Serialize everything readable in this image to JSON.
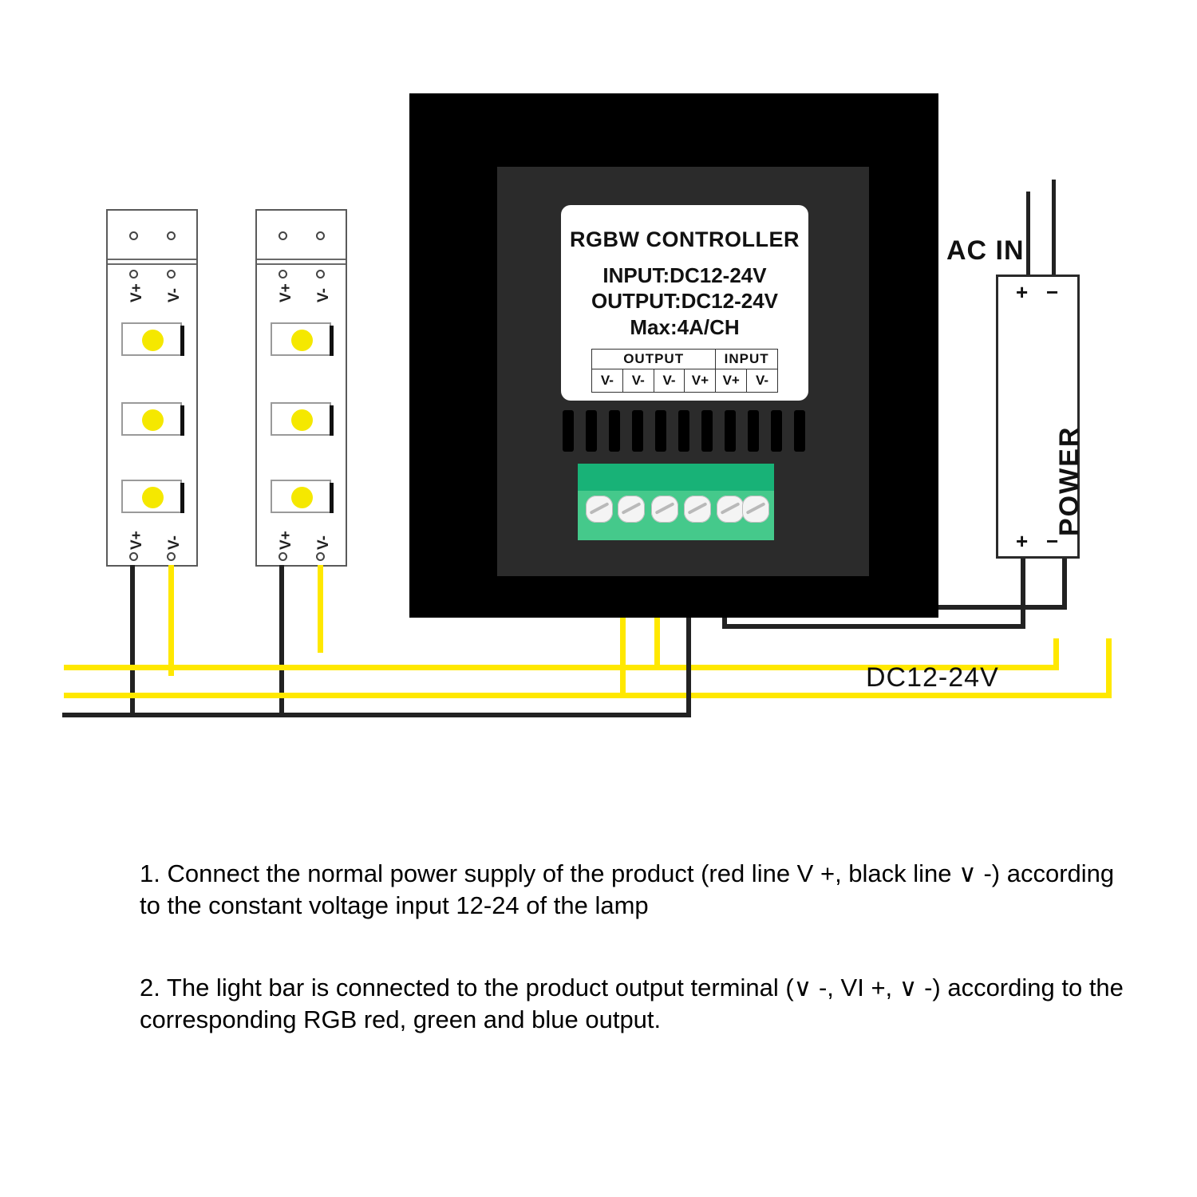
{
  "controller": {
    "title": "RGBW CONTROLLER",
    "spec_input": "INPUT:DC12-24V",
    "spec_output": "OUTPUT:DC12-24V",
    "spec_max": "Max:4A/CH",
    "terminal_table": {
      "group_output": "OUTPUT",
      "group_input": "INPUT",
      "output_cells": [
        "V-",
        "V-",
        "V-",
        "V+"
      ],
      "input_cells": [
        "V+",
        "V-"
      ]
    },
    "screw_count": 6,
    "fin_count": 11
  },
  "led_strips": [
    {
      "name": "led-strip-left",
      "top_labels": {
        "positive": "V+",
        "negative": "V-"
      },
      "bottom_labels": {
        "positive": "V+",
        "negative": "V-"
      },
      "led_count": 3
    },
    {
      "name": "led-strip-right",
      "top_labels": {
        "positive": "V+",
        "negative": "V-"
      },
      "bottom_labels": {
        "positive": "V+",
        "negative": "V-"
      },
      "led_count": 3
    }
  ],
  "power_supply": {
    "label": "POWER",
    "ac_in_label": "AC IN",
    "top_terminals": {
      "positive": "+",
      "negative": "−"
    },
    "bottom_terminals": {
      "positive": "+",
      "negative": "−"
    }
  },
  "wiring": {
    "dc_label": "DC12-24V"
  },
  "instructions": [
    "1. Connect the normal power supply of the product (red line V +, black line ∨ -) according to the constant voltage input 12-24 of the lamp",
    "2. The light bar is connected to the product output terminal (∨ -, VI +, ∨ -) according to the corresponding RGB red, green and blue output."
  ],
  "colors": {
    "wire_yellow": "#FFE800",
    "wire_black": "#222222",
    "terminal_green": "#45c98b",
    "panel_black": "#000000",
    "panel_gray": "#2b2b2b",
    "led_yellow": "#F5E800"
  }
}
